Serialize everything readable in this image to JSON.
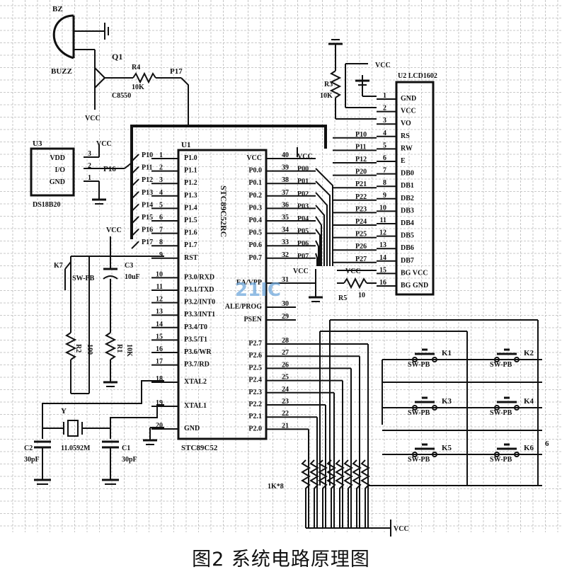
{
  "caption": "图2 系统电路原理图",
  "watermark": "21IC",
  "colors": {
    "ink": "#111111",
    "grid": "#b9b9b9",
    "watermark": "#6fa8dc"
  },
  "buzzer": {
    "ref": "BZ",
    "name": "BUZZ"
  },
  "transistor": {
    "ref": "Q1",
    "part": "C8550",
    "vcc": "VCC"
  },
  "r4": {
    "ref": "R4",
    "value": "10K",
    "net": "P17"
  },
  "r3": {
    "ref": "R3",
    "value": "10K"
  },
  "vcc_label": "VCC",
  "u3": {
    "ref": "U3",
    "part": "DS18B20",
    "pins": [
      "VDD",
      "I/O",
      "GND"
    ],
    "pin_nums": [
      "3",
      "2",
      "1"
    ],
    "net": "P16"
  },
  "u1": {
    "ref": "U1",
    "part": "STC89C52",
    "body_text": "STC89C52RC",
    "left_nets": [
      "P10",
      "P11",
      "P12",
      "P13",
      "P14",
      "P15",
      "P16",
      "P17"
    ],
    "left_pins": [
      {
        "num": "1",
        "name": "P1.0"
      },
      {
        "num": "2",
        "name": "P1.1"
      },
      {
        "num": "3",
        "name": "P1.2"
      },
      {
        "num": "4",
        "name": "P1.3"
      },
      {
        "num": "5",
        "name": "P1.4"
      },
      {
        "num": "6",
        "name": "P1.5"
      },
      {
        "num": "7",
        "name": "P1.6"
      },
      {
        "num": "8",
        "name": "P1.7"
      },
      {
        "num": "9",
        "name": "RST"
      },
      {
        "num": "10",
        "name": "P3.0/RXD"
      },
      {
        "num": "11",
        "name": "P3.1/TXD"
      },
      {
        "num": "12",
        "name": "P3.2/INT0"
      },
      {
        "num": "13",
        "name": "P3.3/INT1"
      },
      {
        "num": "14",
        "name": "P3.4/T0"
      },
      {
        "num": "15",
        "name": "P3.5/T1"
      },
      {
        "num": "16",
        "name": "P3.6/WR"
      },
      {
        "num": "17",
        "name": "P3.7/RD"
      },
      {
        "num": "18",
        "name": "XTAL2"
      },
      {
        "num": "19",
        "name": "XTAL1"
      },
      {
        "num": "20",
        "name": "GND"
      }
    ],
    "right_top": [
      {
        "num": "40",
        "name": "VCC",
        "net": "VCC"
      },
      {
        "num": "39",
        "name": "P0.0",
        "net": "P00"
      },
      {
        "num": "38",
        "name": "P0.1",
        "net": "P01"
      },
      {
        "num": "37",
        "name": "P0.2",
        "net": "P02"
      },
      {
        "num": "36",
        "name": "P0.3",
        "net": "P03"
      },
      {
        "num": "35",
        "name": "P0.4",
        "net": "P04"
      },
      {
        "num": "34",
        "name": "P0.5",
        "net": "P05"
      },
      {
        "num": "33",
        "name": "P0.6",
        "net": "P06"
      },
      {
        "num": "32",
        "name": "P0.7",
        "net": "P07"
      }
    ],
    "right_mid": [
      {
        "num": "31",
        "name": "EA/VPP"
      },
      {
        "num": "30",
        "name": "ALE/PROG"
      },
      {
        "num": "29",
        "name": "PSEN"
      }
    ],
    "right_bot": [
      {
        "num": "28",
        "name": "P2.7"
      },
      {
        "num": "27",
        "name": "P2.6"
      },
      {
        "num": "26",
        "name": "P2.5"
      },
      {
        "num": "25",
        "name": "P2.4"
      },
      {
        "num": "24",
        "name": "P2.3"
      },
      {
        "num": "23",
        "name": "P2.2"
      },
      {
        "num": "22",
        "name": "P2.1"
      },
      {
        "num": "21",
        "name": "P2.0"
      }
    ]
  },
  "u2": {
    "ref": "U2",
    "part": "LCD1602",
    "pins": [
      {
        "num": "1",
        "name": "GND",
        "net": ""
      },
      {
        "num": "2",
        "name": "VCC",
        "net": ""
      },
      {
        "num": "3",
        "name": "VO",
        "net": ""
      },
      {
        "num": "4",
        "name": "RS",
        "net": "P10"
      },
      {
        "num": "5",
        "name": "RW",
        "net": "P11"
      },
      {
        "num": "6",
        "name": "E",
        "net": "P12"
      },
      {
        "num": "7",
        "name": "DB0",
        "net": "P20"
      },
      {
        "num": "8",
        "name": "DB1",
        "net": "P21"
      },
      {
        "num": "9",
        "name": "DB2",
        "net": "P22"
      },
      {
        "num": "10",
        "name": "DB3",
        "net": "P23"
      },
      {
        "num": "11",
        "name": "DB4",
        "net": "P24"
      },
      {
        "num": "12",
        "name": "DB5",
        "net": "P25"
      },
      {
        "num": "13",
        "name": "DB6",
        "net": "P26"
      },
      {
        "num": "14",
        "name": "DB7",
        "net": "P27"
      },
      {
        "num": "15",
        "name": "BG VCC",
        "net": ""
      },
      {
        "num": "16",
        "name": "BG GND",
        "net": ""
      }
    ]
  },
  "r5": {
    "ref": "R5",
    "value": "10"
  },
  "k7": {
    "ref": "K7",
    "part": "SW-PB"
  },
  "c3": {
    "ref": "C3",
    "value": "10uF"
  },
  "r2": {
    "ref": "R2",
    "value": "100"
  },
  "r1": {
    "ref": "R1",
    "value": "10K"
  },
  "crystal": {
    "ref": "Y",
    "value": "11.0592M"
  },
  "c2": {
    "ref": "C2",
    "value": "30pF"
  },
  "c1": {
    "ref": "C1",
    "value": "30pF"
  },
  "rpack": {
    "label": "1K*8"
  },
  "keys": [
    {
      "ref": "K1",
      "part": "SW-PB"
    },
    {
      "ref": "K2",
      "part": "SW-PB"
    },
    {
      "ref": "K3",
      "part": "SW-PB"
    },
    {
      "ref": "K4",
      "part": "SW-PB"
    },
    {
      "ref": "K5",
      "part": "SW-PB"
    },
    {
      "ref": "K6",
      "part": "SW-PB"
    }
  ],
  "key_pin": "6"
}
